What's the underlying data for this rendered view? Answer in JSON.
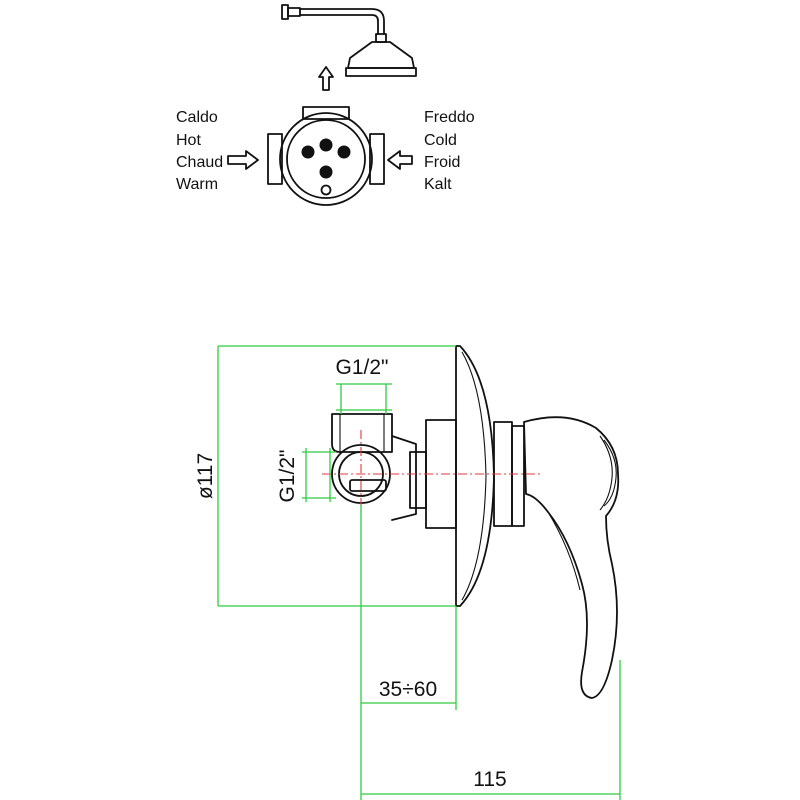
{
  "inlets": {
    "hot_labels": [
      "Caldo",
      "Hot",
      "Chaud",
      "Warm"
    ],
    "cold_labels": [
      "Freddo",
      "Cold",
      "Froid",
      "Kalt"
    ]
  },
  "dimensions": {
    "flange_diameter": "ø117",
    "outlet_thread": "G1/2\"",
    "inlet_thread": "G1/2\"",
    "wall_depth": "35÷60",
    "overall_depth": "115"
  },
  "colors": {
    "outline": "#111111",
    "dimension_lines": "#2ecc40",
    "center_lines": "#e0393e"
  }
}
